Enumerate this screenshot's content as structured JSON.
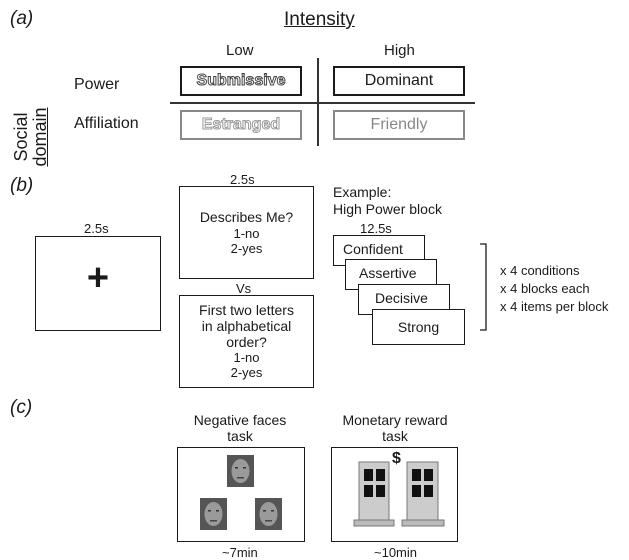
{
  "panel_a": {
    "label": "(a)",
    "title": "Intensity",
    "col_low": "Low",
    "col_high": "High",
    "side_label_1": "Social",
    "side_label_2": "domain",
    "row_power": "Power",
    "row_affiliation": "Affiliation",
    "cells": {
      "power_low": "Submissive",
      "power_high": "Dominant",
      "affil_low": "Estranged",
      "affil_high": "Friendly"
    }
  },
  "panel_b": {
    "label": "(b)",
    "fixation_time": "2.5s",
    "fixation_symbol": "+",
    "question_time": "2.5s",
    "q1_lines": [
      "Describes Me?",
      "1-no",
      "2-yes"
    ],
    "vs": "Vs",
    "q2_lines": [
      "First two letters",
      "in alphabetical",
      "order?",
      "1-no",
      "2-yes"
    ],
    "example_line1": "Example:",
    "example_line2": "High Power block",
    "block_time": "12.5s",
    "cards": [
      "Confident",
      "Assertive",
      "Decisive",
      "Strong"
    ],
    "multipliers": [
      "x 4 conditions",
      "x 4 blocks each",
      "x 4 items per block"
    ]
  },
  "panel_c": {
    "label": "(c)",
    "task1_line1": "Negative faces",
    "task1_line2": "task",
    "task1_duration": "~7min",
    "task2_line1": "Monetary reward",
    "task2_line2": "task",
    "task2_duration": "~10min",
    "dollar": "$"
  }
}
